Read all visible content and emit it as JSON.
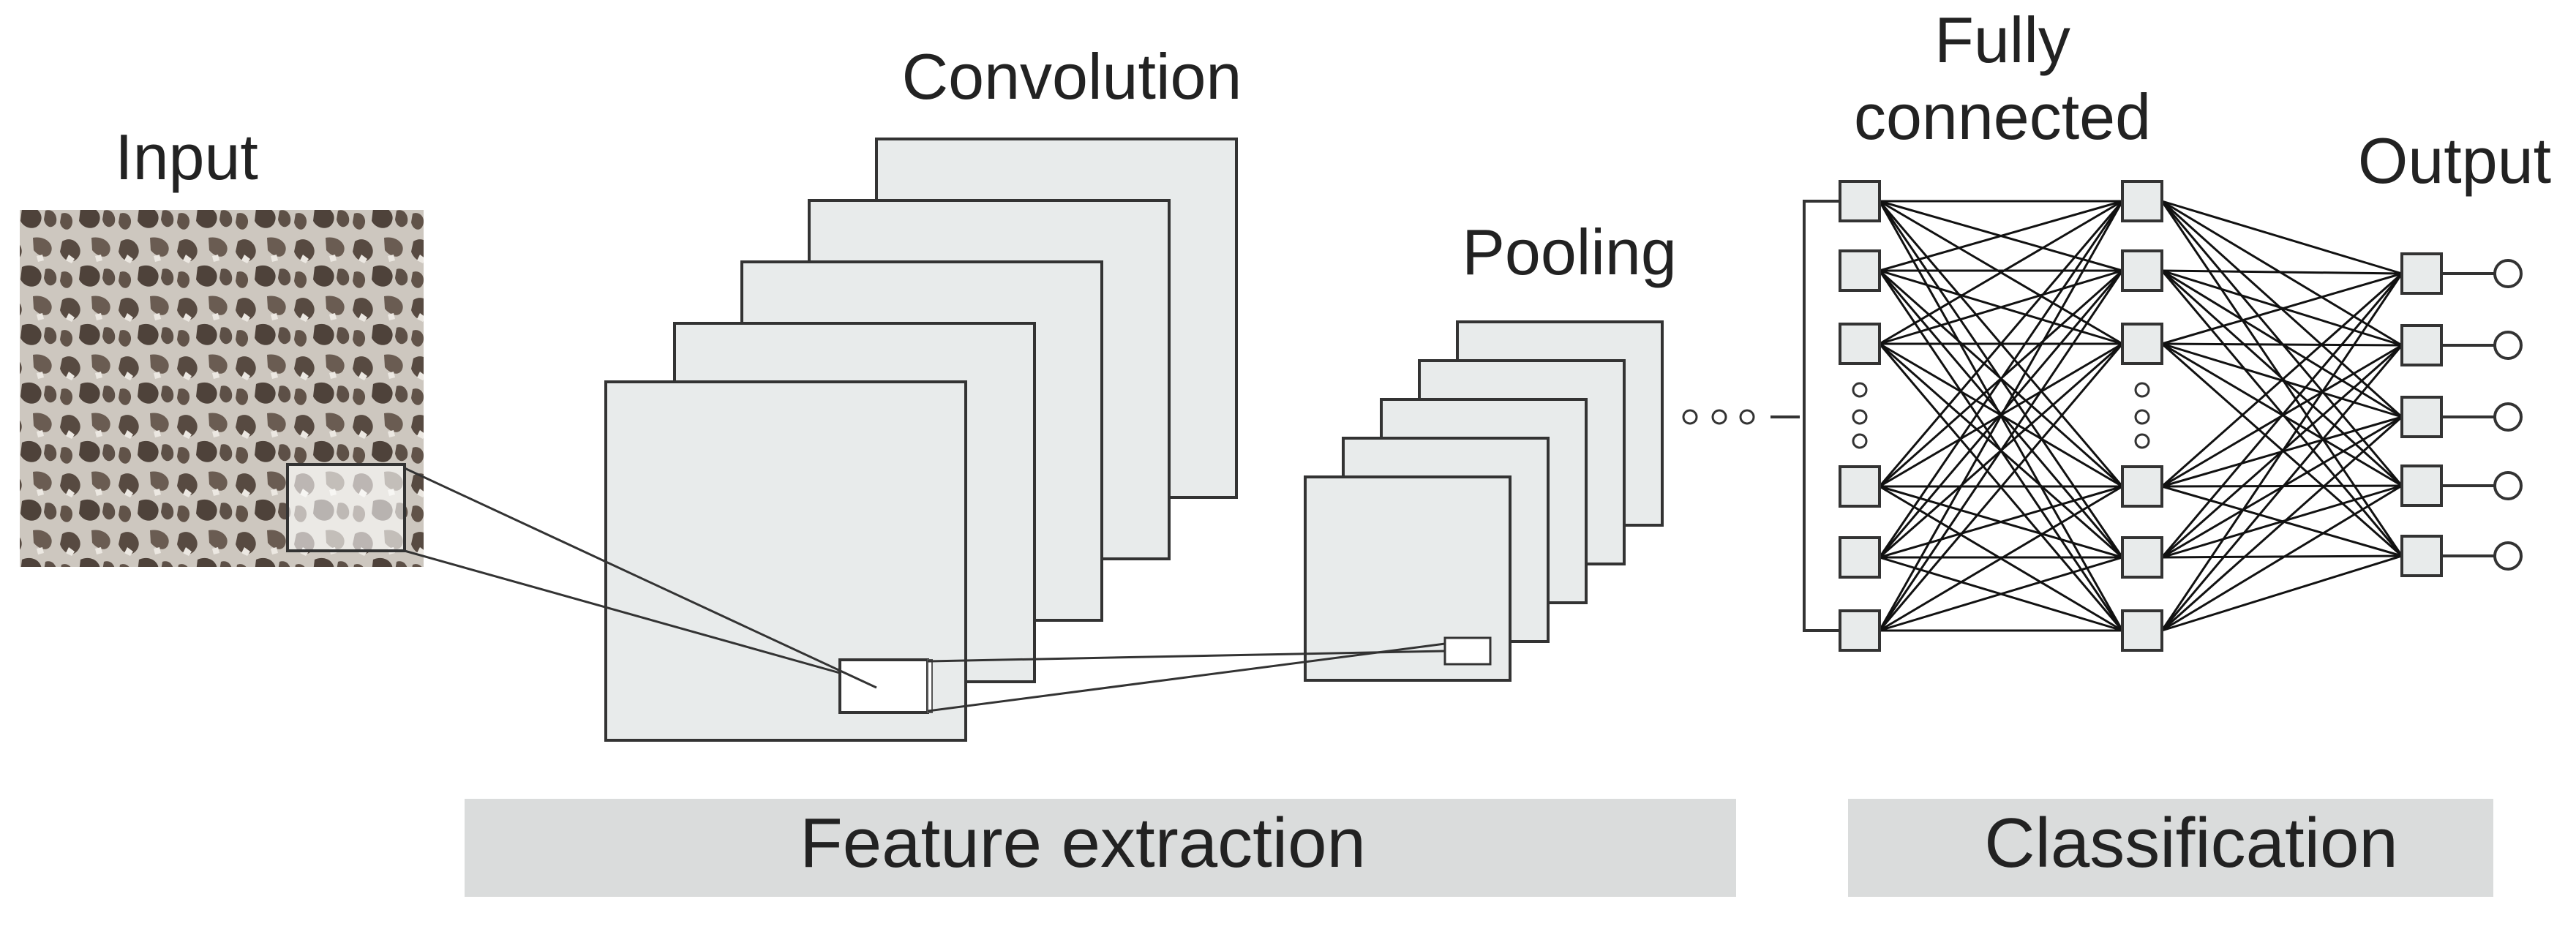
{
  "labels": {
    "input": "Input",
    "convolution": "Convolution",
    "pooling": "Pooling",
    "fully_connected_line1": "Fully",
    "fully_connected_line2": "connected",
    "output": "Output",
    "feature_extraction": "Feature extraction",
    "classification": "Classification"
  },
  "colors": {
    "stroke": "#333333",
    "feature_map_fill": "#e8ebeb",
    "section_band_fill": "#dadcdc",
    "node_fill": "#e8ebeb",
    "micrograph_light": "#cdc7bf",
    "micrograph_dark": "#574a41",
    "text": "#222222"
  }
}
